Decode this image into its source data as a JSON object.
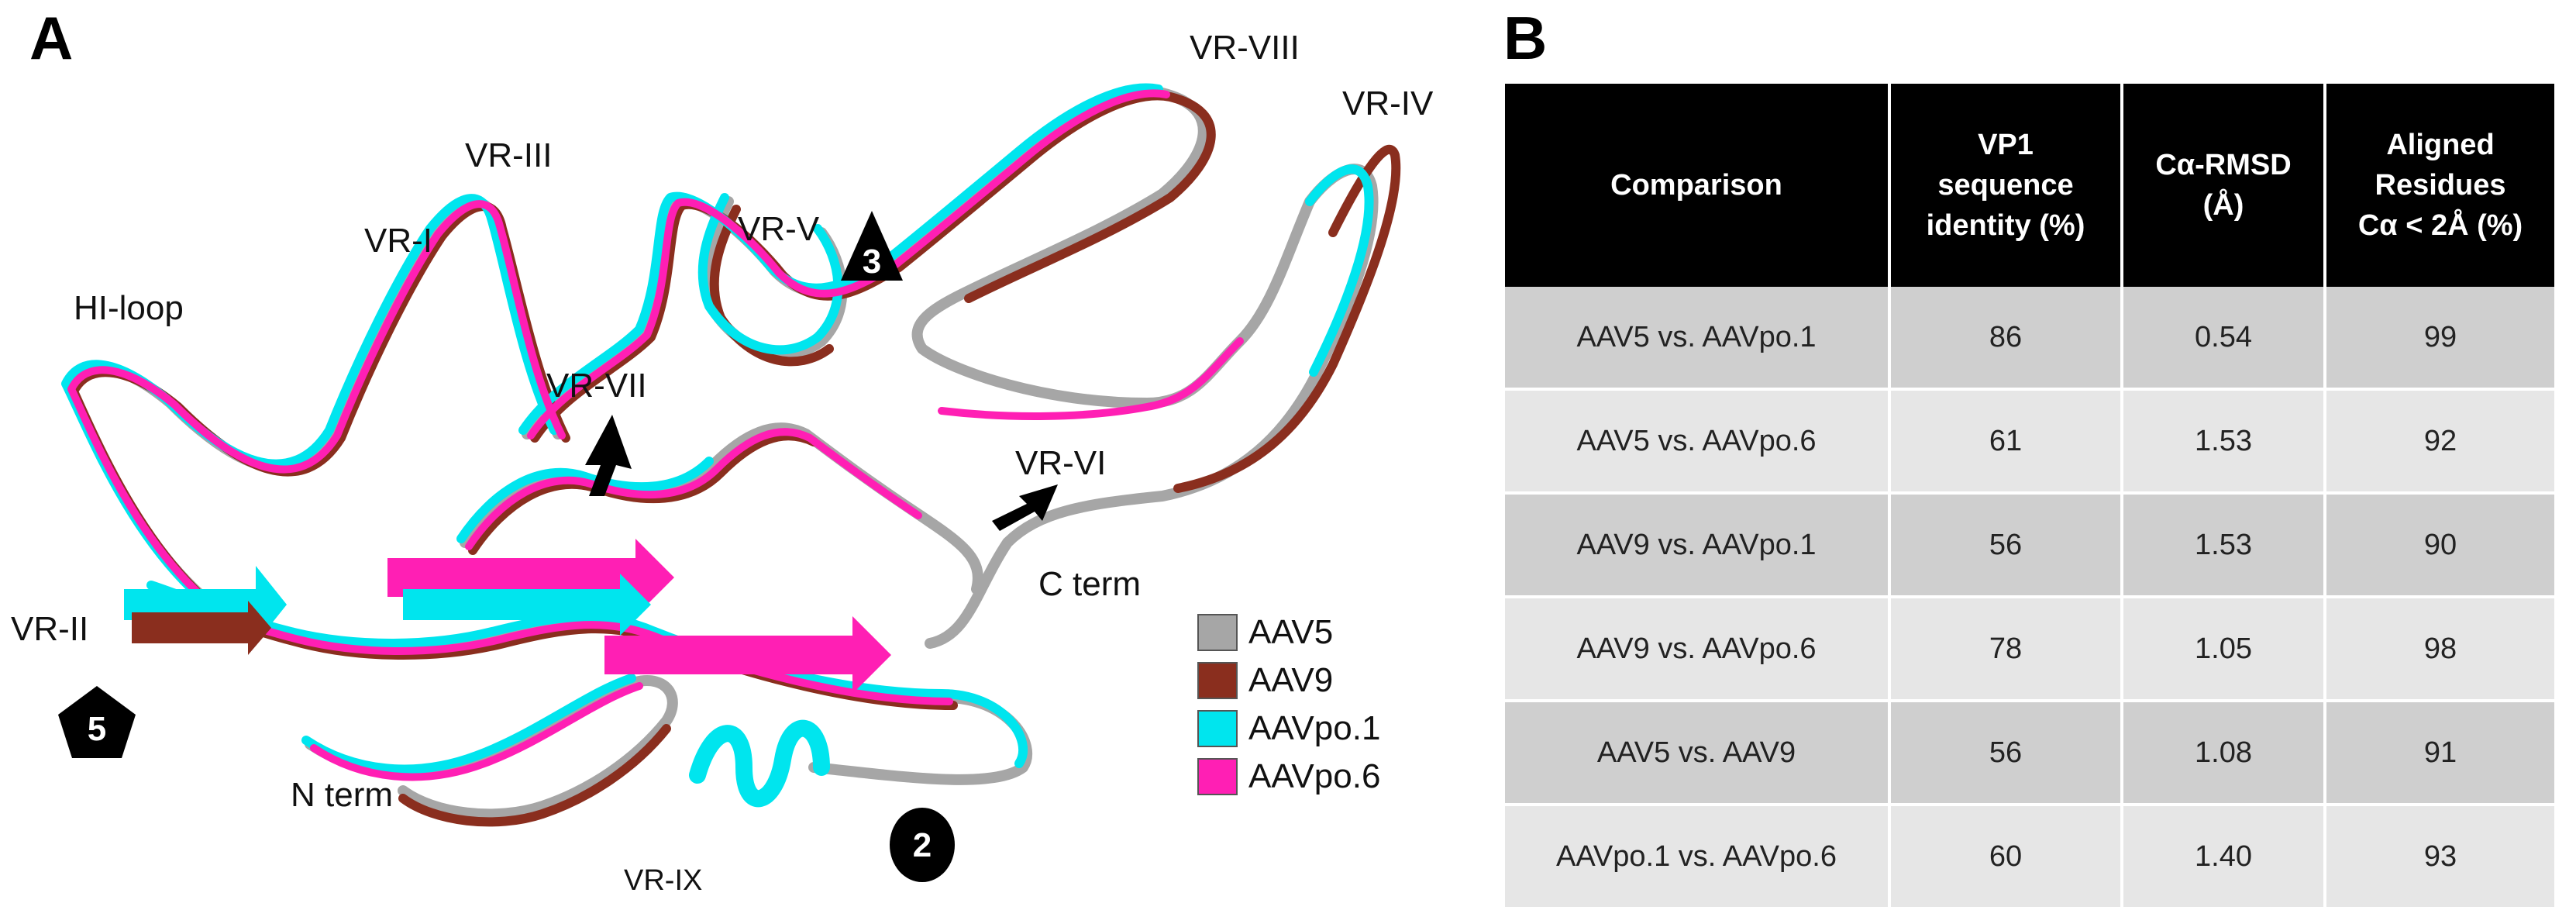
{
  "panel_a": {
    "letter": "A",
    "labels": {
      "vr_viii": "VR-VIII",
      "vr_iv": "VR-IV",
      "vr_iii": "VR-III",
      "vr_i": "VR-I",
      "vr_v": "VR-V",
      "hi_loop": "HI-loop",
      "vr_vii": "VR-VII",
      "vr_vi": "VR-VI",
      "c_term": "C term",
      "vr_ii": "VR-II",
      "n_term": "N term",
      "vr_ix": "VR-IX"
    },
    "symmetry_axes": {
      "threefold": "3",
      "fivefold": "5",
      "twofold": "2"
    },
    "legend": [
      {
        "label": "AAV5",
        "color": "#a6a6a6"
      },
      {
        "label": "AAV9",
        "color": "#8a2e1e"
      },
      {
        "label": "AAVpo.1",
        "color": "#00e5ee"
      },
      {
        "label": "AAVpo.6",
        "color": "#ff1fb4"
      }
    ]
  },
  "panel_b": {
    "letter": "B",
    "headers": [
      [
        "Comparison"
      ],
      [
        "VP1",
        "sequence",
        "identity (%)"
      ],
      [
        "Cα-RMSD",
        "(Å)"
      ],
      [
        "Aligned",
        "Residues",
        "Cα < 2Å (%)"
      ]
    ],
    "rows": [
      [
        "AAV5 vs. AAVpo.1",
        "86",
        "0.54",
        "99"
      ],
      [
        "AAV5 vs. AAVpo.6",
        "61",
        "1.53",
        "92"
      ],
      [
        "AAV9 vs. AAVpo.1",
        "56",
        "1.53",
        "90"
      ],
      [
        "AAV9 vs. AAVpo.6",
        "78",
        "1.05",
        "98"
      ],
      [
        "AAV5 vs. AAV9",
        "56",
        "1.08",
        "91"
      ],
      [
        "AAVpo.1 vs. AAVpo.6",
        "60",
        "1.40",
        "93"
      ]
    ]
  }
}
